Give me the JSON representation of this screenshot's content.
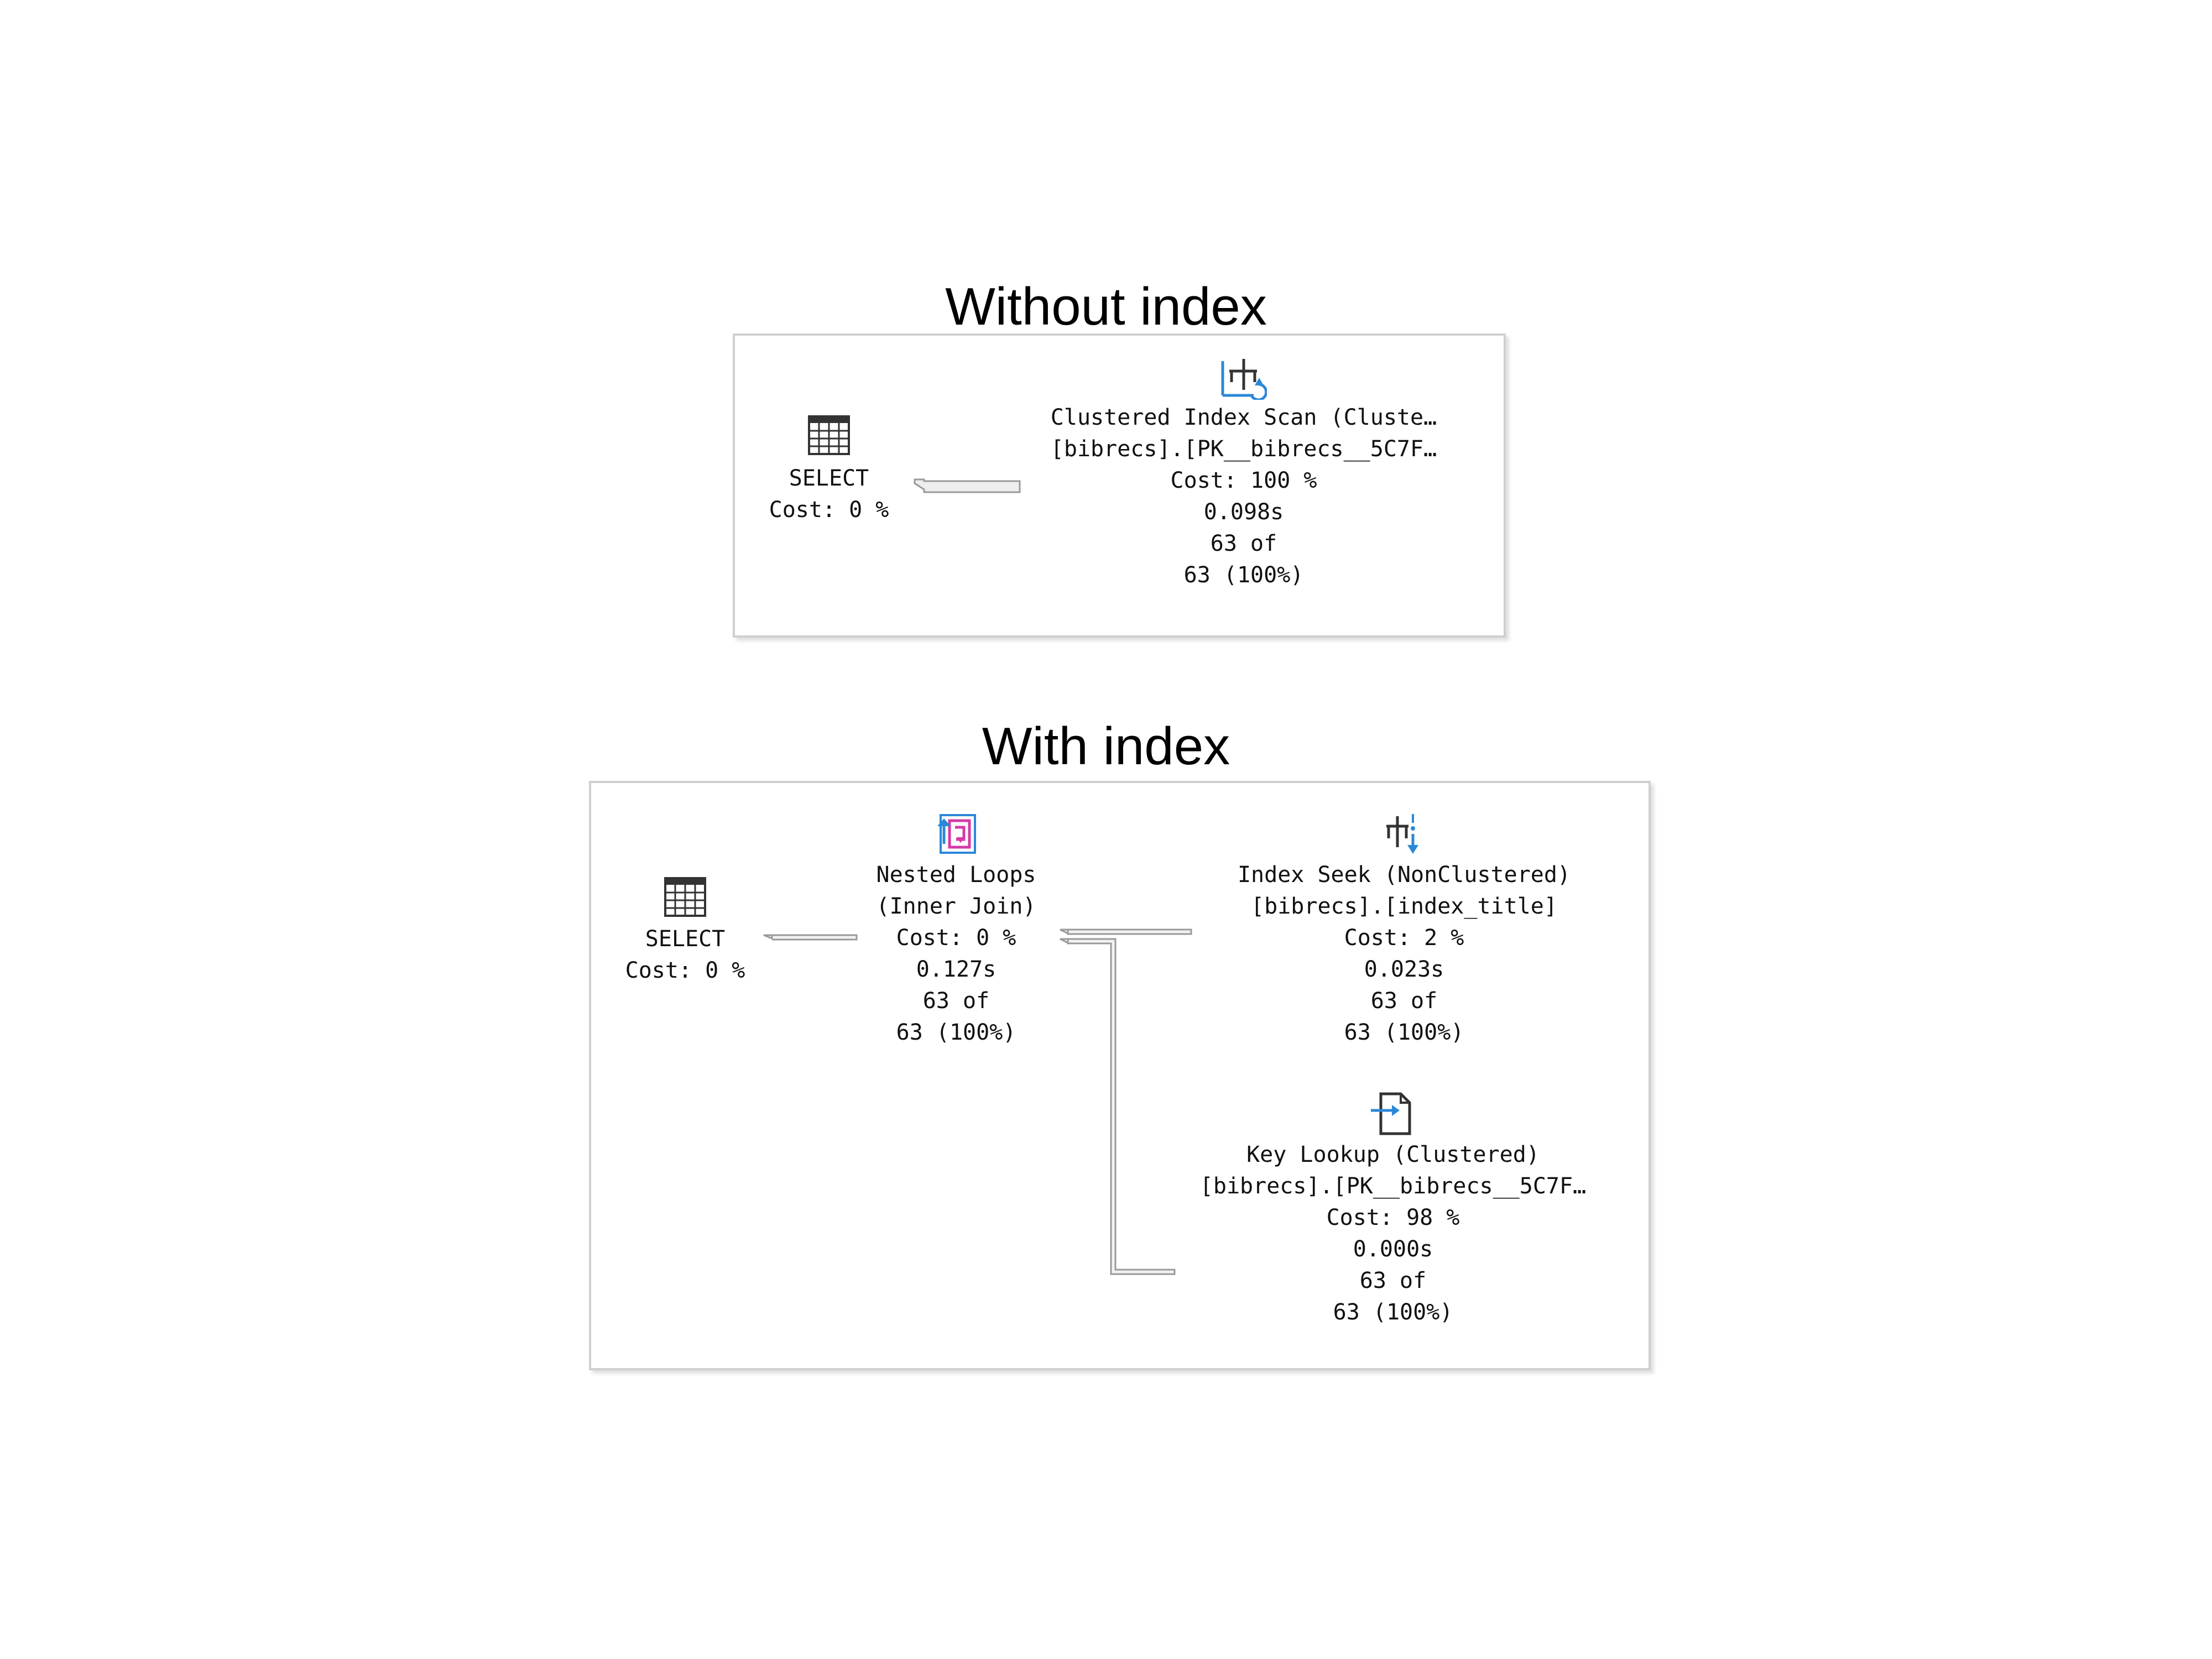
{
  "top": {
    "title": "Without index",
    "select": {
      "name": "SELECT",
      "cost": "Cost: 0 %"
    },
    "scan": {
      "line1": "Clustered Index Scan (Cluste…",
      "line2": "[bibrecs].[PK__bibrecs__5C7F…",
      "cost": "Cost: 100 %",
      "time": "0.098s",
      "rows": "63 of",
      "pct": "63 (100%)"
    }
  },
  "bottom": {
    "title": "With index",
    "select": {
      "name": "SELECT",
      "cost": "Cost: 0 %"
    },
    "loops": {
      "line1": "Nested Loops",
      "line2": "(Inner Join)",
      "cost": "Cost: 0 %",
      "time": "0.127s",
      "rows": "63 of",
      "pct": "63 (100%)"
    },
    "seek": {
      "line1": "Index Seek (NonClustered)",
      "line2": "[bibrecs].[index_title]",
      "cost": "Cost: 2 %",
      "time": "0.023s",
      "rows": "63 of",
      "pct": "63 (100%)"
    },
    "lookup": {
      "line1": "Key Lookup (Clustered)",
      "line2": "[bibrecs].[PK__bibrecs__5C7F…",
      "cost": "Cost: 98 %",
      "time": "0.000s",
      "rows": "63 of",
      "pct": "63 (100%)"
    }
  },
  "colors": {
    "icon_blue": "#2b88d8",
    "icon_magenta": "#d63aa8",
    "arrow": "#9a9a9a"
  }
}
